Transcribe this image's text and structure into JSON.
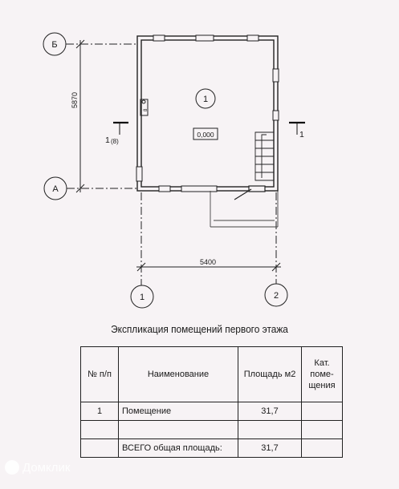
{
  "plan": {
    "axis_labels": {
      "b": "Б",
      "a": "А",
      "one": "1",
      "two": "2"
    },
    "dim_vertical": "5870",
    "dim_horizontal": "5400",
    "room_number": "1",
    "level_mark": "0,000",
    "section_left": "1",
    "section_left_sheet": "(8)",
    "section_right": "1",
    "stove_mark": "8"
  },
  "table": {
    "caption": "Экспликация помещений первого этажа",
    "headers": {
      "num": "№ п/п",
      "name": "Наименование",
      "area": "Площадь м2",
      "cat": "Кат. поме-\nщения"
    },
    "rows": [
      {
        "num": "1",
        "name": "Помещение",
        "area": "31,7",
        "cat": ""
      },
      {
        "num": "",
        "name": "",
        "area": "",
        "cat": ""
      },
      {
        "num": "",
        "name": "ВСЕГО общая площадь:",
        "area": "31,7",
        "cat": ""
      }
    ]
  },
  "watermark": "Домклик"
}
